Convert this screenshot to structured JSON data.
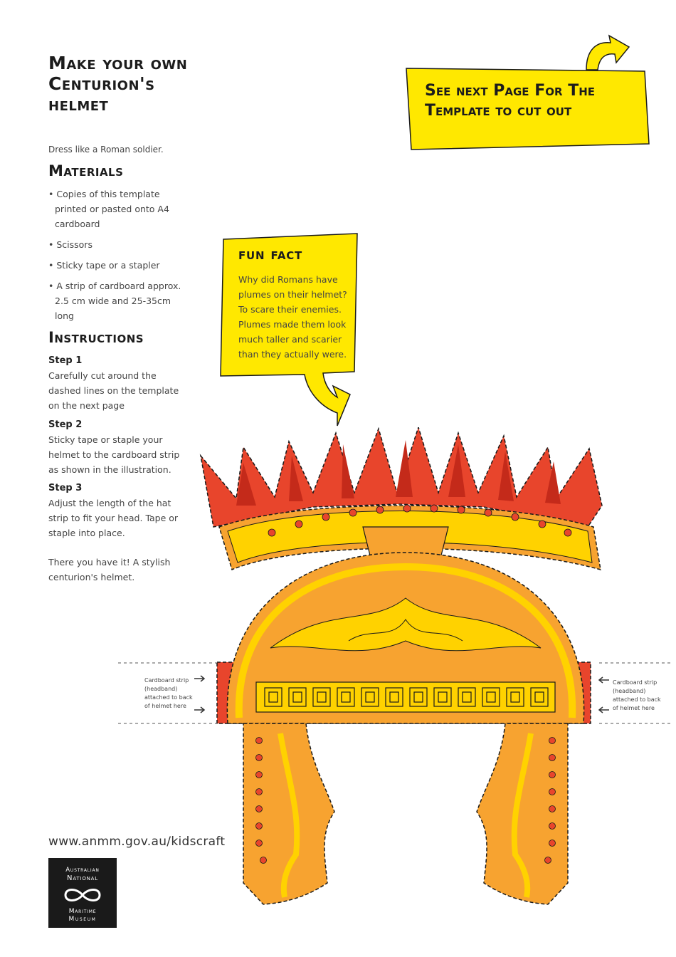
{
  "title": "Make your own Centurion's helmet",
  "subtitle": "Dress like a Roman soldier.",
  "materials": {
    "heading": "Materials",
    "items": [
      "Copies of this template printed or pasted onto A4 cardboard",
      "Scissors",
      "Sticky tape or a stapler",
      "A strip of cardboard approx. 2.5 cm wide and 25-35cm long"
    ]
  },
  "instructions": {
    "heading": "Instructions",
    "steps": [
      {
        "title": "Step 1",
        "text": "Carefully cut around the dashed lines on the template on the next page"
      },
      {
        "title": "Step 2",
        "text": "Sticky tape or staple your helmet to the cardboard strip as shown in the illustration."
      },
      {
        "title": "Step 3",
        "text": "Adjust the length of the hat strip to fit your head. Tape or staple into place."
      }
    ],
    "closing": "There you have it! A stylish centurion's helmet."
  },
  "callout": {
    "text": "See next Page For The Template to cut out"
  },
  "fun_fact": {
    "title": "fun fact",
    "text": "Why did Romans have plumes on their helmet? To scare their enemies. Plumes made them look much taller and scarier than they actually were."
  },
  "strip_note_left": "Cardboard strip (headband) attached to back of helmet here",
  "strip_note_right": "Cardboard strip (headband) attached to back of helmet here",
  "website": "www.anmm.gov.au/kidscraft",
  "logo": {
    "line1": "Australian",
    "line2": "National",
    "line3": "Maritime",
    "line4": "Museum"
  },
  "colors": {
    "yellow": "#ffe800",
    "orange": "#f7a330",
    "red": "#e8452c",
    "gold": "#ffd200"
  }
}
